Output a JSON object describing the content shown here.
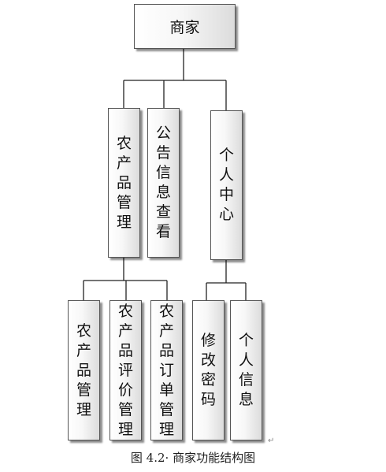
{
  "diagram": {
    "root": "商家",
    "level1": {
      "product_mgmt": "农产品管理",
      "notice_view": "公告信息查看",
      "personal_center": "个人中心"
    },
    "level2": {
      "product_mgmt": "农产品管理",
      "review_mgmt": "农产品评价管理",
      "order_mgmt": "农产品订单管理",
      "change_password": "修改密码",
      "personal_info": "个人信息"
    }
  },
  "caption": "图 4.2· 商家功能结构图",
  "paragraph_mark": "↵"
}
